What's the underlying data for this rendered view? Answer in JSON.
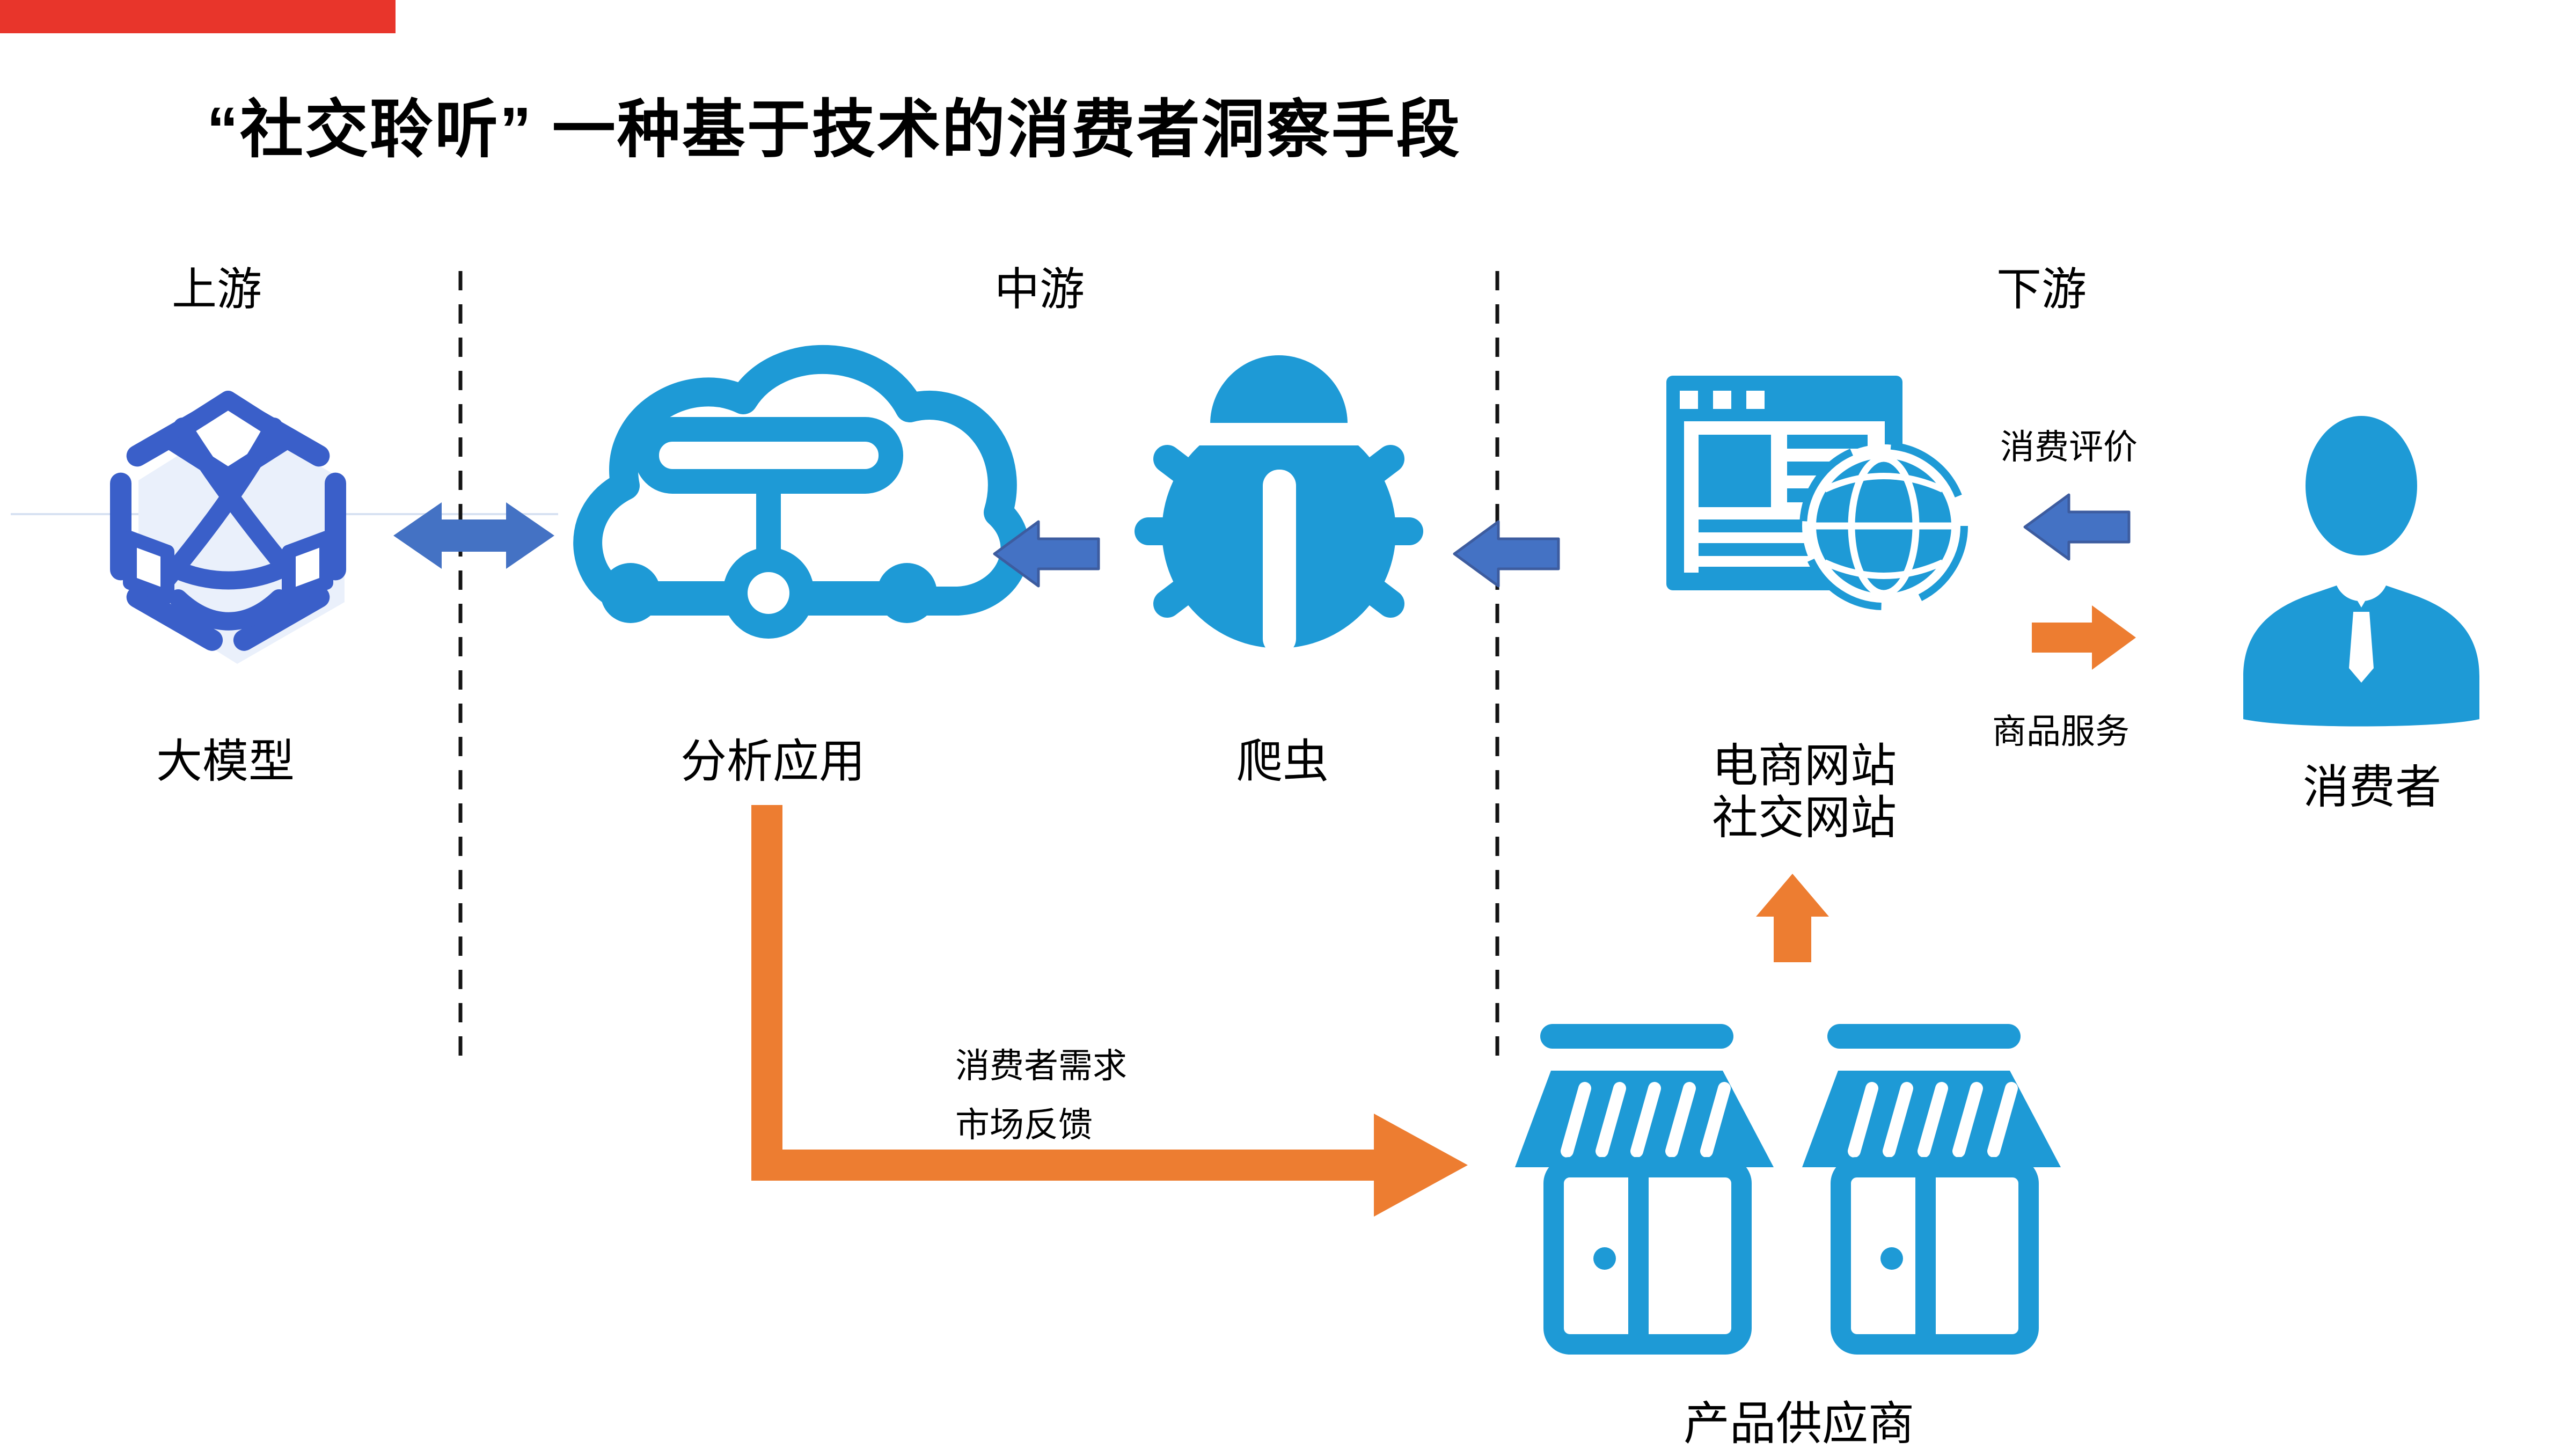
{
  "title": {
    "text": "“社交聆听” 一种基于技术的消费者洞察手段"
  },
  "sections": {
    "upstream": "上游",
    "midstream": "中游",
    "downstream": "下游"
  },
  "nodes": {
    "model": "大模型",
    "analytics": "分析应用",
    "crawler": "爬虫",
    "site_line1": "电商网站",
    "site_line2": "社交网站",
    "consumer": "消费者",
    "supplier": "产品供应商"
  },
  "flows": {
    "review": "消费评价",
    "goods": "商品服务",
    "demand_line1": "消费者需求",
    "demand_line2": "市场反馈"
  },
  "colors": {
    "icon_azure": "#1E9AD6",
    "icon_royal_blue": "#3A5FC9",
    "arrow_blue": "#4472C4",
    "arrow_orange": "#ED7D31",
    "accent_red": "#E8352B"
  }
}
